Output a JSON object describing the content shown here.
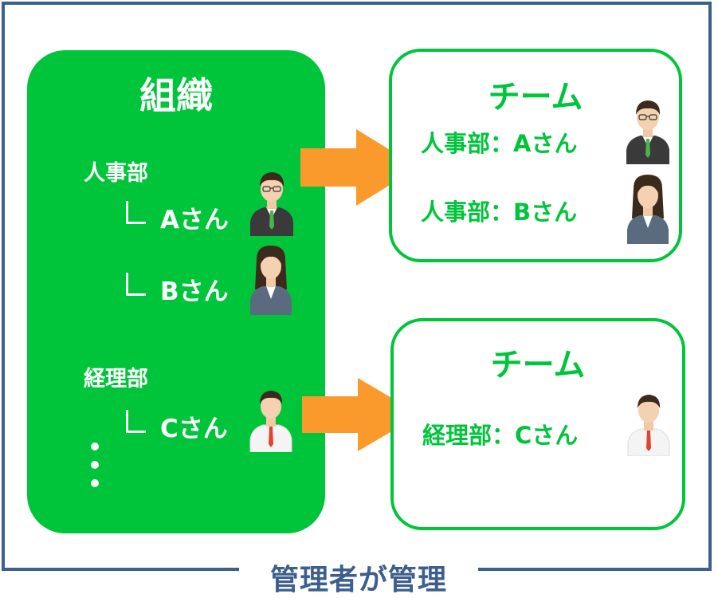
{
  "organization": {
    "title": "組織",
    "departments": [
      {
        "name": "人事部",
        "members": [
          "Aさん",
          "Bさん"
        ]
      },
      {
        "name": "経理部",
        "members": [
          "Cさん"
        ]
      }
    ]
  },
  "teams": [
    {
      "title": "チーム",
      "members": [
        "人事部：Aさん",
        "人事部：Bさん"
      ]
    },
    {
      "title": "チーム",
      "members": [
        "経理部：Cさん"
      ]
    }
  ],
  "caption": "管理者が管理",
  "colors": {
    "green": "#00c53b",
    "arrow": "#fb9a2c",
    "frame": "#3d5f8d"
  },
  "icons": {
    "person_a": "man-in-dark-suit-icon",
    "person_b": "woman-in-suit-icon",
    "person_c": "man-in-white-shirt-icon"
  }
}
